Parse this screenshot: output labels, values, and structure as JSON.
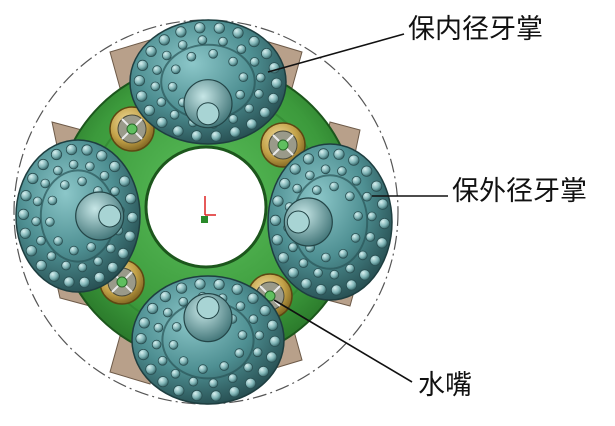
{
  "labels": {
    "inner_cutter": "保内径牙掌",
    "outer_cutter": "保外径牙掌",
    "nozzle": "水嘴"
  },
  "colors": {
    "body_green": "#3c9a3c",
    "body_green_dark": "#236b23",
    "cone_teal": "#4e8f92",
    "cone_teal_dark": "#2d5c60",
    "insert_teal": "#8fc4c4",
    "nozzle_gold": "#c2a148",
    "leader_line": "#111111",
    "outline_dash": "#555555"
  }
}
